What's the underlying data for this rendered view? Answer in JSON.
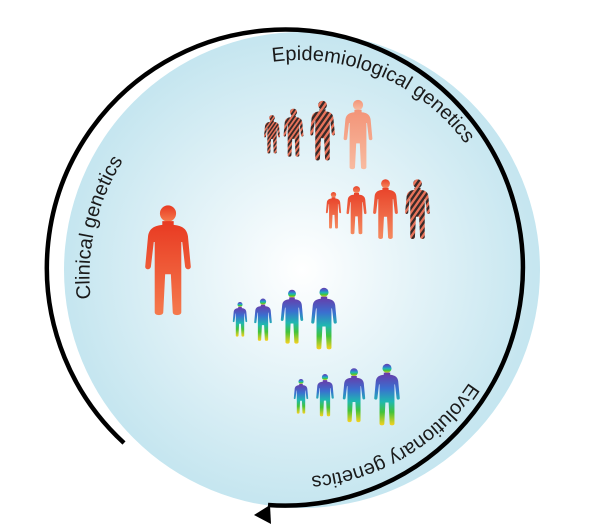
{
  "labels": {
    "epidemiological": "Epidemiological genetics",
    "clinical": "Clinical genetics",
    "evolutionary": "Evolutionary genetics"
  },
  "colors": {
    "disc_center": "#ffffff",
    "disc_edge": "#bfe3ee",
    "ring": "#000000",
    "clinical_figure": "#ef4b2b",
    "epi_pink": "#f4a07f",
    "epi_stripe_dark": "#3a2a28",
    "epi_stripe_light": "#e87a5c",
    "evo_top": "#6a3aa8",
    "evo_bottom": "#f7d21f"
  },
  "icons": {
    "person": "person-silhouette-icon",
    "arrow": "arrowhead-icon"
  }
}
